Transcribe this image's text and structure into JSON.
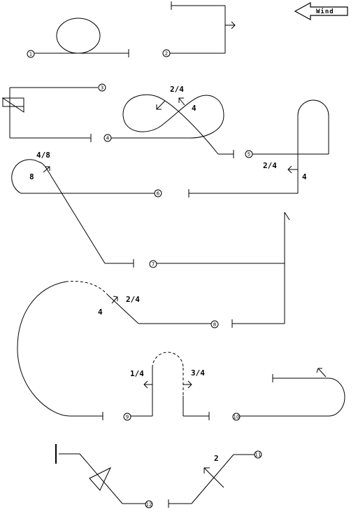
{
  "wind": {
    "label": "Wind",
    "icon": "arrow-left-icon"
  },
  "figures": [
    {
      "number": "1"
    },
    {
      "number": "2"
    },
    {
      "number": "3"
    },
    {
      "number": "4",
      "labels": [
        "2/4",
        "4"
      ]
    },
    {
      "number": "5",
      "labels": [
        "2/4",
        "4"
      ]
    },
    {
      "number": "6",
      "labels": [
        "4/8",
        "8"
      ]
    },
    {
      "number": "7"
    },
    {
      "number": "8",
      "labels": [
        "2/4",
        "4"
      ]
    },
    {
      "number": "9",
      "labels": [
        "1/4",
        "3/4"
      ]
    },
    {
      "number": "10"
    },
    {
      "number": "11",
      "labels": [
        "2"
      ]
    },
    {
      "number": "12"
    }
  ],
  "colors": {
    "ink": "#000000",
    "background": "#ffffff"
  }
}
